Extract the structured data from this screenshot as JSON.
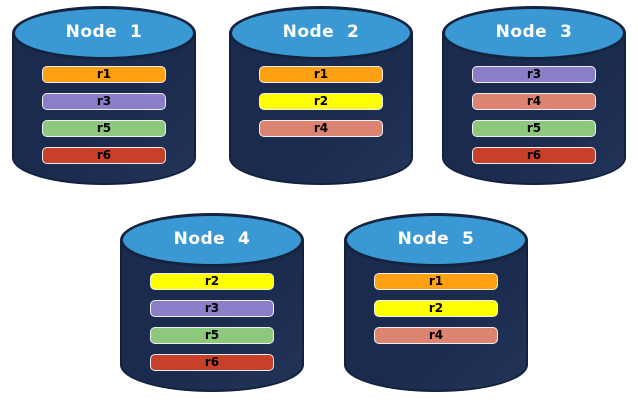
{
  "colors": {
    "background": "#FFFFFF",
    "cylinder_body": "#1B2B4E",
    "cylinder_top": "#3A99D4",
    "cylinder_outline": "#15233F",
    "bar_border": "#EFEFEF",
    "replica_orange": "#FFA012",
    "replica_yellow": "#FFFF00",
    "replica_purple": "#8B7EC8",
    "replica_green": "#8DC87D",
    "replica_red": "#C8402A",
    "replica_salmon": "#DC8372"
  },
  "nodes": [
    {
      "title": "Node  1",
      "replicas": [
        {
          "label": "r1",
          "color": "#FFA012"
        },
        {
          "label": "r3",
          "color": "#8B7EC8"
        },
        {
          "label": "r5",
          "color": "#8DC87D"
        },
        {
          "label": "r6",
          "color": "#C8402A"
        }
      ]
    },
    {
      "title": "Node  2",
      "replicas": [
        {
          "label": "r1",
          "color": "#FFA012"
        },
        {
          "label": "r2",
          "color": "#FFFF00"
        },
        {
          "label": "r4",
          "color": "#DC8372"
        }
      ]
    },
    {
      "title": "Node  3",
      "replicas": [
        {
          "label": "r3",
          "color": "#8B7EC8"
        },
        {
          "label": "r4",
          "color": "#DC8372"
        },
        {
          "label": "r5",
          "color": "#8DC87D"
        },
        {
          "label": "r6",
          "color": "#C8402A"
        }
      ]
    },
    {
      "title": "Node  4",
      "replicas": [
        {
          "label": "r2",
          "color": "#FFFF00"
        },
        {
          "label": "r3",
          "color": "#8B7EC8"
        },
        {
          "label": "r5",
          "color": "#8DC87D"
        },
        {
          "label": "r6",
          "color": "#C8402A"
        }
      ]
    },
    {
      "title": "Node  5",
      "replicas": [
        {
          "label": "r1",
          "color": "#FFA012"
        },
        {
          "label": "r2",
          "color": "#FFFF00"
        },
        {
          "label": "r4",
          "color": "#DC8372"
        }
      ]
    }
  ]
}
